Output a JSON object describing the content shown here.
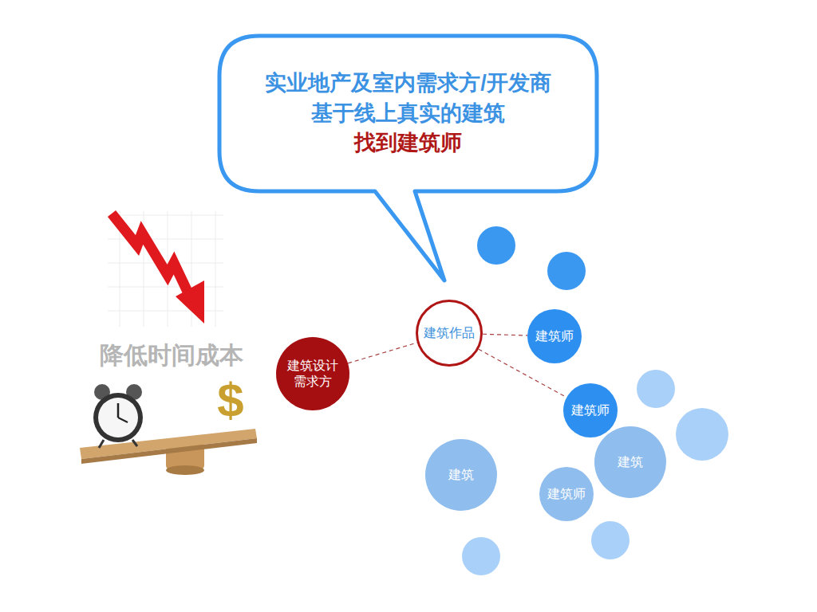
{
  "diagram": {
    "nodes": [
      {
        "text": [
          "实业地产及室内需求方/开发商",
          "基于线上真实的建筑",
          "找到建筑师"
        ]
      },
      {
        "text": [
          "建筑设计 需求方"
        ]
      },
      {
        "text": [
          "建筑作品"
        ]
      },
      {
        "text": [
          "建筑师"
        ]
      },
      {
        "text": [
          "建筑师"
        ]
      },
      {
        "text": [
          "建筑"
        ]
      },
      {
        "text": [
          "建筑师"
        ]
      },
      {
        "text": [
          "建筑"
        ]
      }
    ],
    "edges": [
      {
        "from": 1,
        "to": 2,
        "arrow": "none"
      },
      {
        "from": 2,
        "to": 3,
        "arrow": "none"
      },
      {
        "from": 2,
        "to": 4,
        "arrow": "none"
      }
    ],
    "labels": [
      "降低时间成本",
      "$"
    ]
  }
}
